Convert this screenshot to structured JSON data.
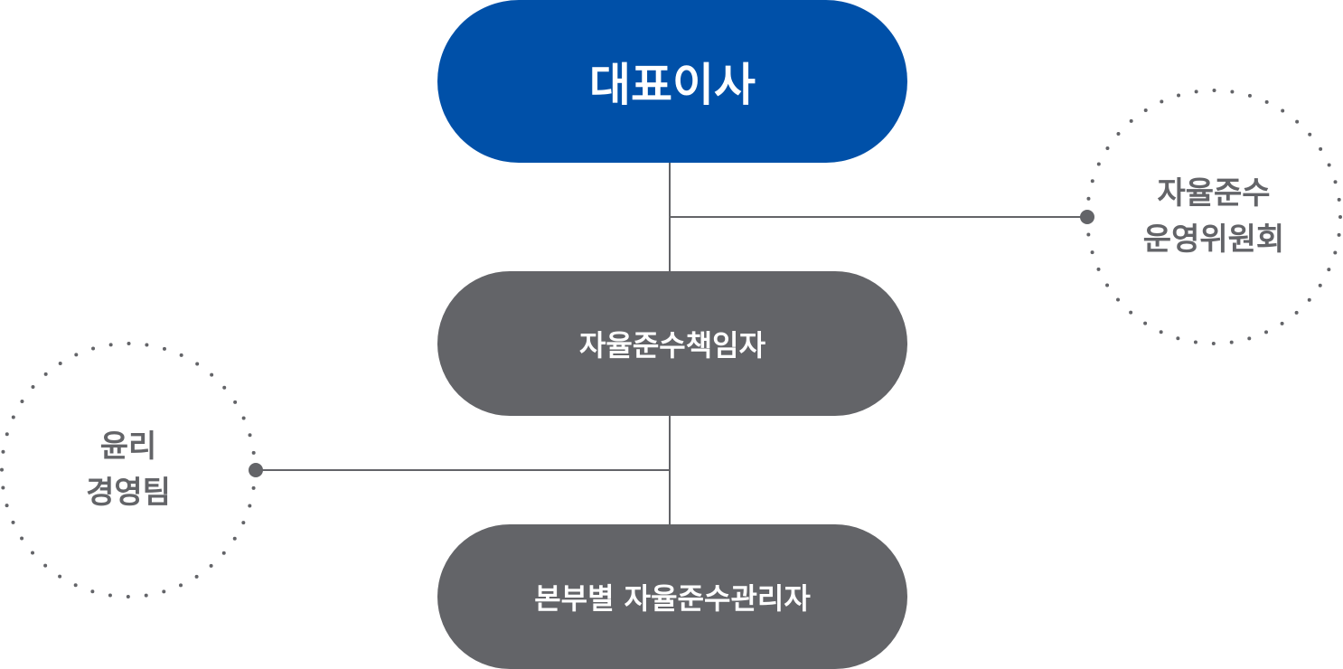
{
  "nodes": {
    "ceo": "대표이사",
    "compliance_officer": "자율준수책임자",
    "division_managers": "본부별 자율준수관리자"
  },
  "side_nodes": {
    "committee": {
      "line1": "자율준수",
      "line2": "운영위원회"
    },
    "ethics_team": {
      "line1": "윤리",
      "line2": "경영팀"
    }
  },
  "colors": {
    "primary": "#0050a8",
    "secondary": "#636468",
    "line": "#636468"
  }
}
